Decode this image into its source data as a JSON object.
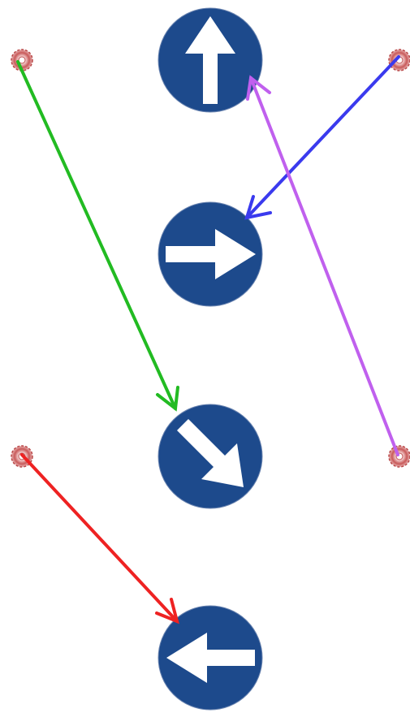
{
  "signs": [
    {
      "id": "sign-up",
      "direction": "up",
      "color": "#1d4a8c",
      "icon": "arrow-up-icon"
    },
    {
      "id": "sign-right",
      "direction": "right",
      "color": "#1d4a8c",
      "icon": "arrow-right-icon"
    },
    {
      "id": "sign-down-right",
      "direction": "down-right",
      "color": "#1d4a8c",
      "icon": "arrow-down-right-icon"
    },
    {
      "id": "sign-left",
      "direction": "left",
      "color": "#1d4a8c",
      "icon": "arrow-left-icon"
    }
  ],
  "markers": [
    {
      "id": "marker-top-left"
    },
    {
      "id": "marker-top-right"
    },
    {
      "id": "marker-bottom-left"
    },
    {
      "id": "marker-bottom-right"
    }
  ],
  "connections": [
    {
      "from": "marker-top-left",
      "to": "sign-down-right",
      "color": "#22bb22"
    },
    {
      "from": "marker-top-right",
      "to": "sign-right",
      "color": "#3a3aee"
    },
    {
      "from": "marker-bottom-right",
      "to": "sign-up",
      "color": "#c060ee"
    },
    {
      "from": "marker-bottom-left",
      "to": "sign-left",
      "color": "#ee2222"
    }
  ]
}
